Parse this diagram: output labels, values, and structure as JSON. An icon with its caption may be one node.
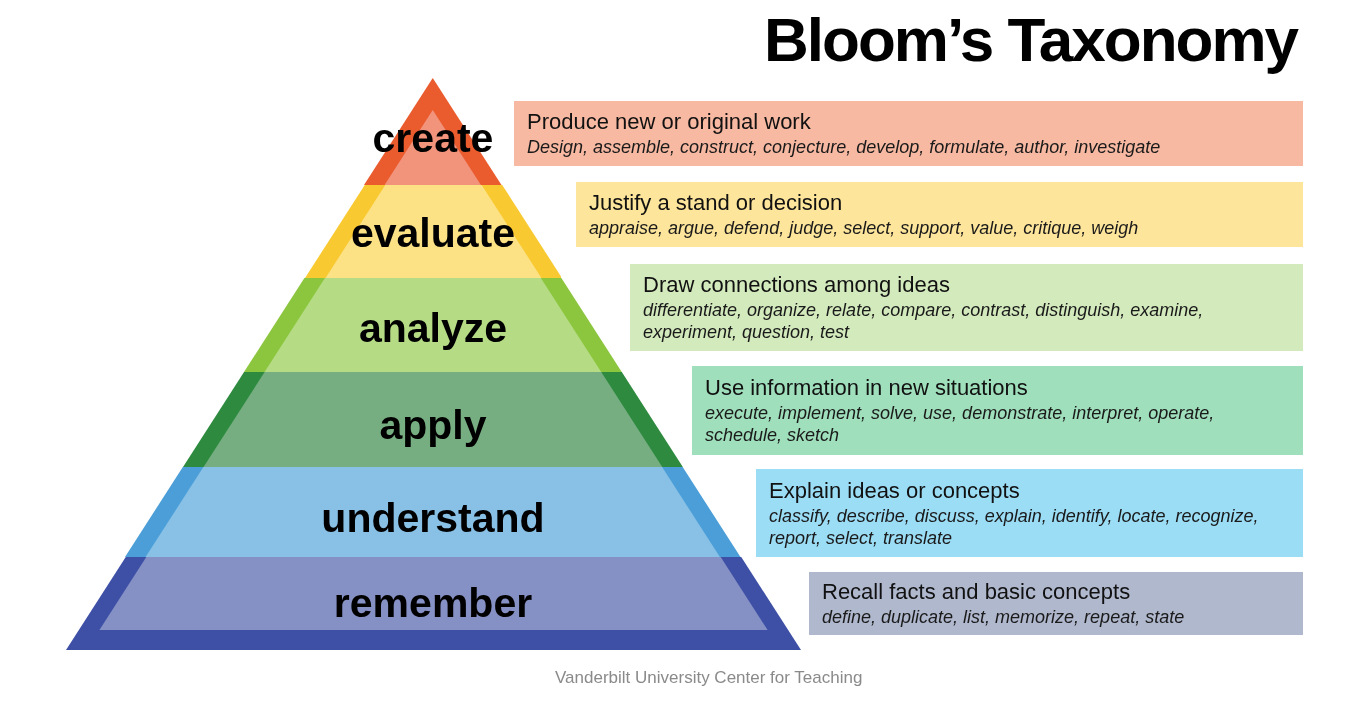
{
  "diagram": {
    "title": "Bloom’s Taxonomy",
    "nodes": [
      {
        "text": [
          "create"
        ]
      },
      {
        "text": [
          "Produce new or original work",
          "Design, assemble, construct, conjecture, develop, formulate, author, investigate"
        ]
      },
      {
        "text": [
          "evaluate"
        ]
      },
      {
        "text": [
          "Justify a stand or decision",
          "appraise, argue, defend, judge, select, support, value, critique, weigh"
        ]
      },
      {
        "text": [
          "analyze"
        ]
      },
      {
        "text": [
          "Draw connections among ideas",
          "differentiate, organize, relate, compare, contrast, distinguish, examine, experiment, question, test"
        ]
      },
      {
        "text": [
          "apply"
        ]
      },
      {
        "text": [
          "Use information in new situations",
          "execute, implement, solve, use, demonstrate, interpret, operate, schedule, sketch"
        ]
      },
      {
        "text": [
          "understand"
        ]
      },
      {
        "text": [
          "Explain ideas or concepts",
          "classify, describe, discuss, explain, identify, locate, recognize, report, select, translate"
        ]
      },
      {
        "text": [
          "remember"
        ]
      },
      {
        "text": [
          "Recall facts and basic concepts",
          "define, duplicate, list, memorize, repeat, state"
        ]
      }
    ],
    "labels": [
      "Vanderbilt University Center for Teaching"
    ]
  }
}
